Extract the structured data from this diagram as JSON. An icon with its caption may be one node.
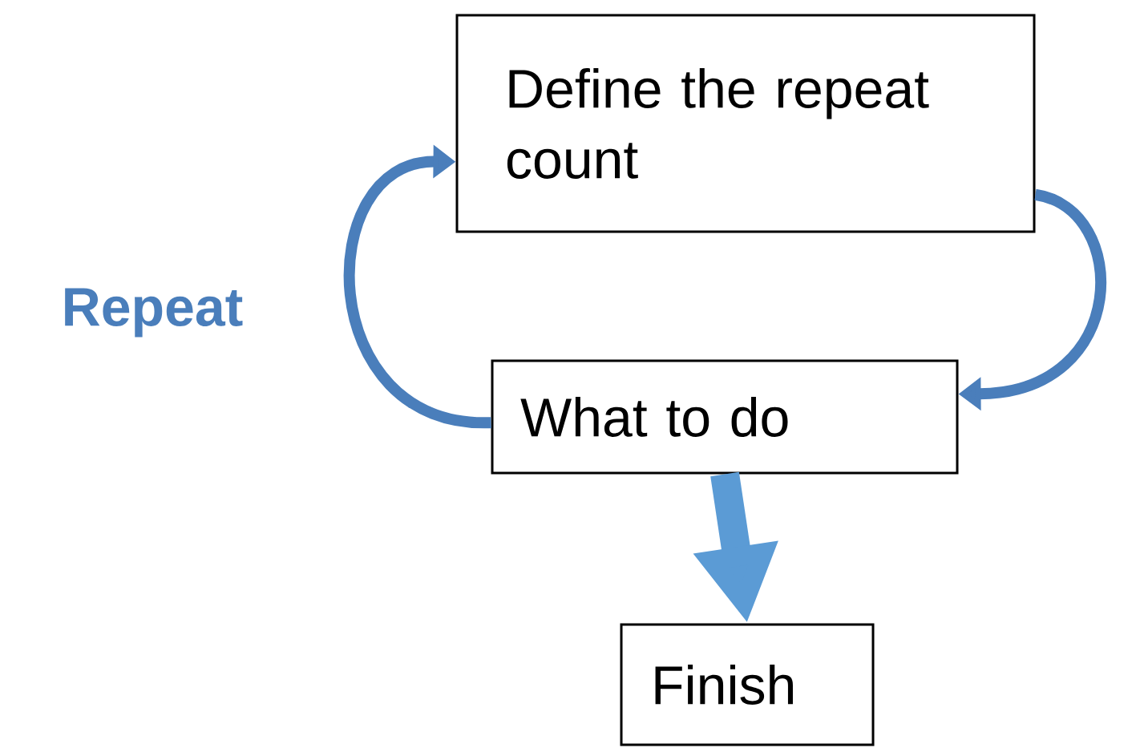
{
  "diagram": {
    "nodes": [
      {
        "text": [
          "Define the repeat count"
        ]
      },
      {
        "text": [
          "What to do"
        ]
      },
      {
        "text": [
          "Finish"
        ]
      }
    ],
    "edges": [
      {
        "from": 0,
        "to": 1,
        "arrow": "to"
      },
      {
        "from": 1,
        "to": 0,
        "arrow": "to"
      },
      {
        "from": 1,
        "to": 2,
        "arrow": "to",
        "style": "thick",
        "color": "#5b9bd5"
      }
    ],
    "labels": [
      "Repeat"
    ]
  }
}
